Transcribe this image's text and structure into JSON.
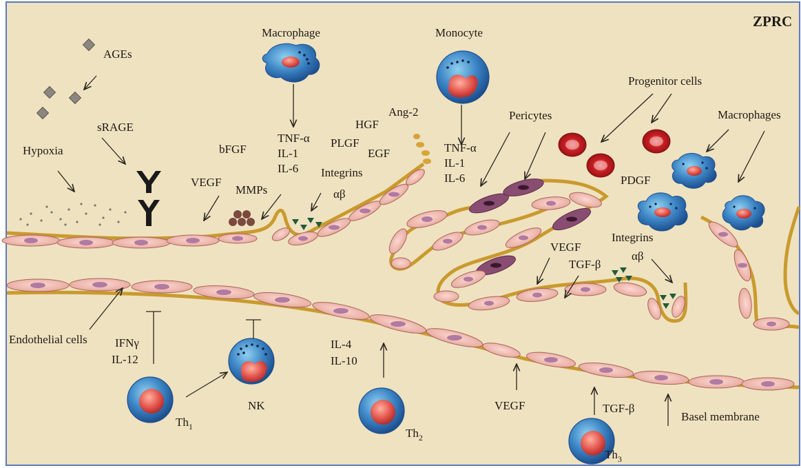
{
  "corner_text": "ZPRC",
  "labels": {
    "ages": "AGEs",
    "srage": "sRAGE",
    "hypoxia": "Hypoxia",
    "macrophage": "Macrophage",
    "monocyte": "Monocyte",
    "bfgf": "bFGF",
    "vegf_top": "VEGF",
    "mmps": "MMPs",
    "tnf_1": "TNF-α",
    "il1_1": "IL-1",
    "il6_1": "IL-6",
    "integrins_1": "Integrins",
    "ab_1": "αβ",
    "hgf": "HGF",
    "plgf": "PLGF",
    "egf": "EGF",
    "ang2": "Ang-2",
    "tnf_2": "TNF-α",
    "il1_2": "IL-1",
    "il6_2": "IL-6",
    "pericytes": "Pericytes",
    "progenitor": "Progenitor cells",
    "macrophages": "Macrophages",
    "pdgf": "PDGF",
    "vegf_mid": "VEGF",
    "tgfb_mid": "TGF-β",
    "integrins_2": "Integrins",
    "ab_2": "αβ",
    "endothelial": "Endothelial cells",
    "ifng": "IFNγ",
    "il12": "IL-12",
    "nk": "NK",
    "th1": "Th",
    "th1_sub": "1",
    "il4": "IL-4",
    "il10": "IL-10",
    "th2": "Th",
    "th2_sub": "2",
    "vegf_bottom": "VEGF",
    "tgfb_bottom": "TGF-β",
    "th3": "Th",
    "th3_sub": "3",
    "basel": "Basel membrane"
  },
  "colors": {
    "background": "#efe2c0",
    "frame": "#5a79c0",
    "membrane": "#c99a2e",
    "endothelial": "#f1b9b0",
    "endothelial_edge": "#a8645a",
    "nucleus": "#b07aa2",
    "pericyte": "#8a4d72",
    "cell_blue": "#3d86c6",
    "cell_nucleus": "#e2524a",
    "rbc": "#c81e22"
  }
}
